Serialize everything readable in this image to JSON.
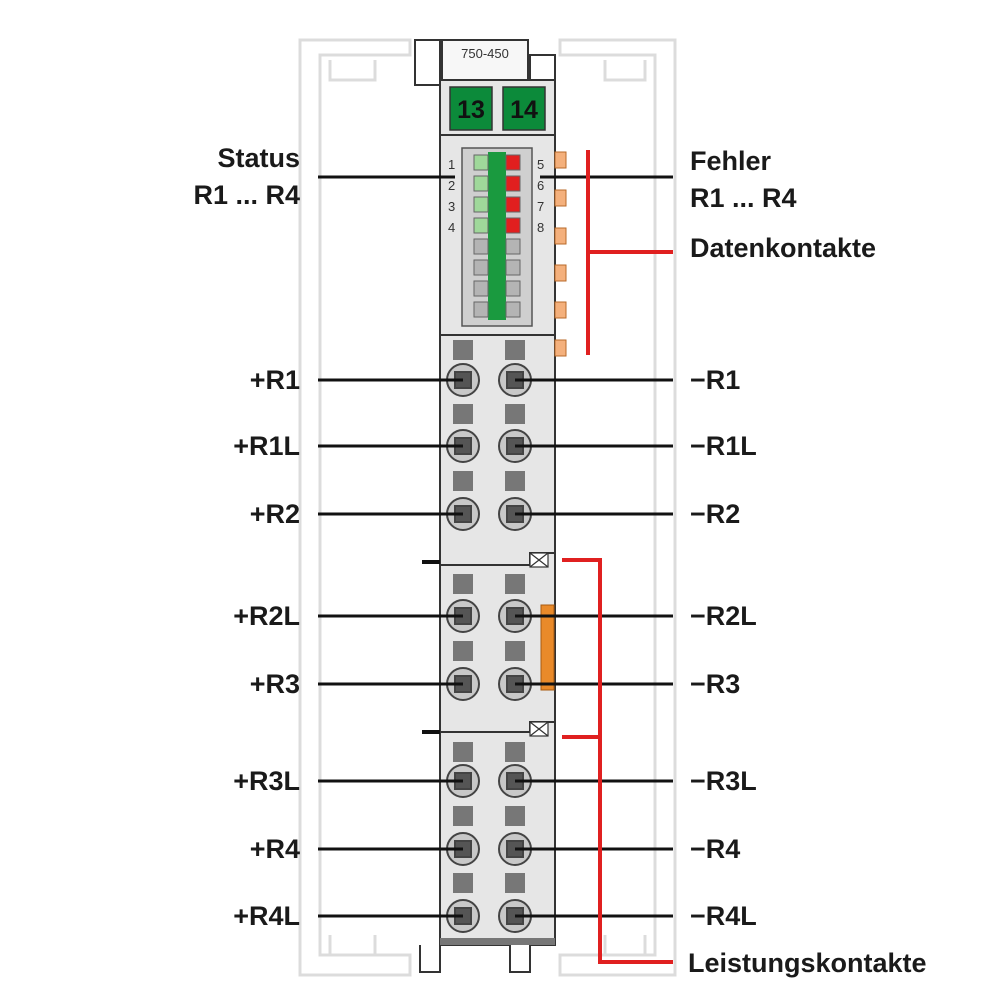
{
  "module": {
    "model": "750-450",
    "badges": [
      "13",
      "14"
    ],
    "led_numbers_left": [
      "1",
      "2",
      "3",
      "4"
    ],
    "led_numbers_right": [
      "5",
      "6",
      "7",
      "8"
    ]
  },
  "labels": {
    "status_line1": "Status",
    "status_line2": "R1 ... R4",
    "fehler_line1": "Fehler",
    "fehler_line2": "R1 ... R4",
    "datenkontakte": "Datenkontakte",
    "leistungskontakte": "Leistungskontakte",
    "left_terminals": [
      "+R1",
      "+R1L",
      "+R2",
      "+R2L",
      "+R3",
      "+R3L",
      "+R4",
      "+R4L"
    ],
    "right_terminals": [
      "−R1",
      "−R1L",
      "−R2",
      "−R2L",
      "−R3",
      "−R3L",
      "−R4",
      "−R4L"
    ]
  },
  "colors": {
    "module_body": "#e6e6e6",
    "badge_green": "#0c8a3a",
    "led_green": "#9fd89a",
    "led_red": "#e11f1f",
    "callout_red": "#e02020",
    "contact_orange": "#f0a060"
  }
}
